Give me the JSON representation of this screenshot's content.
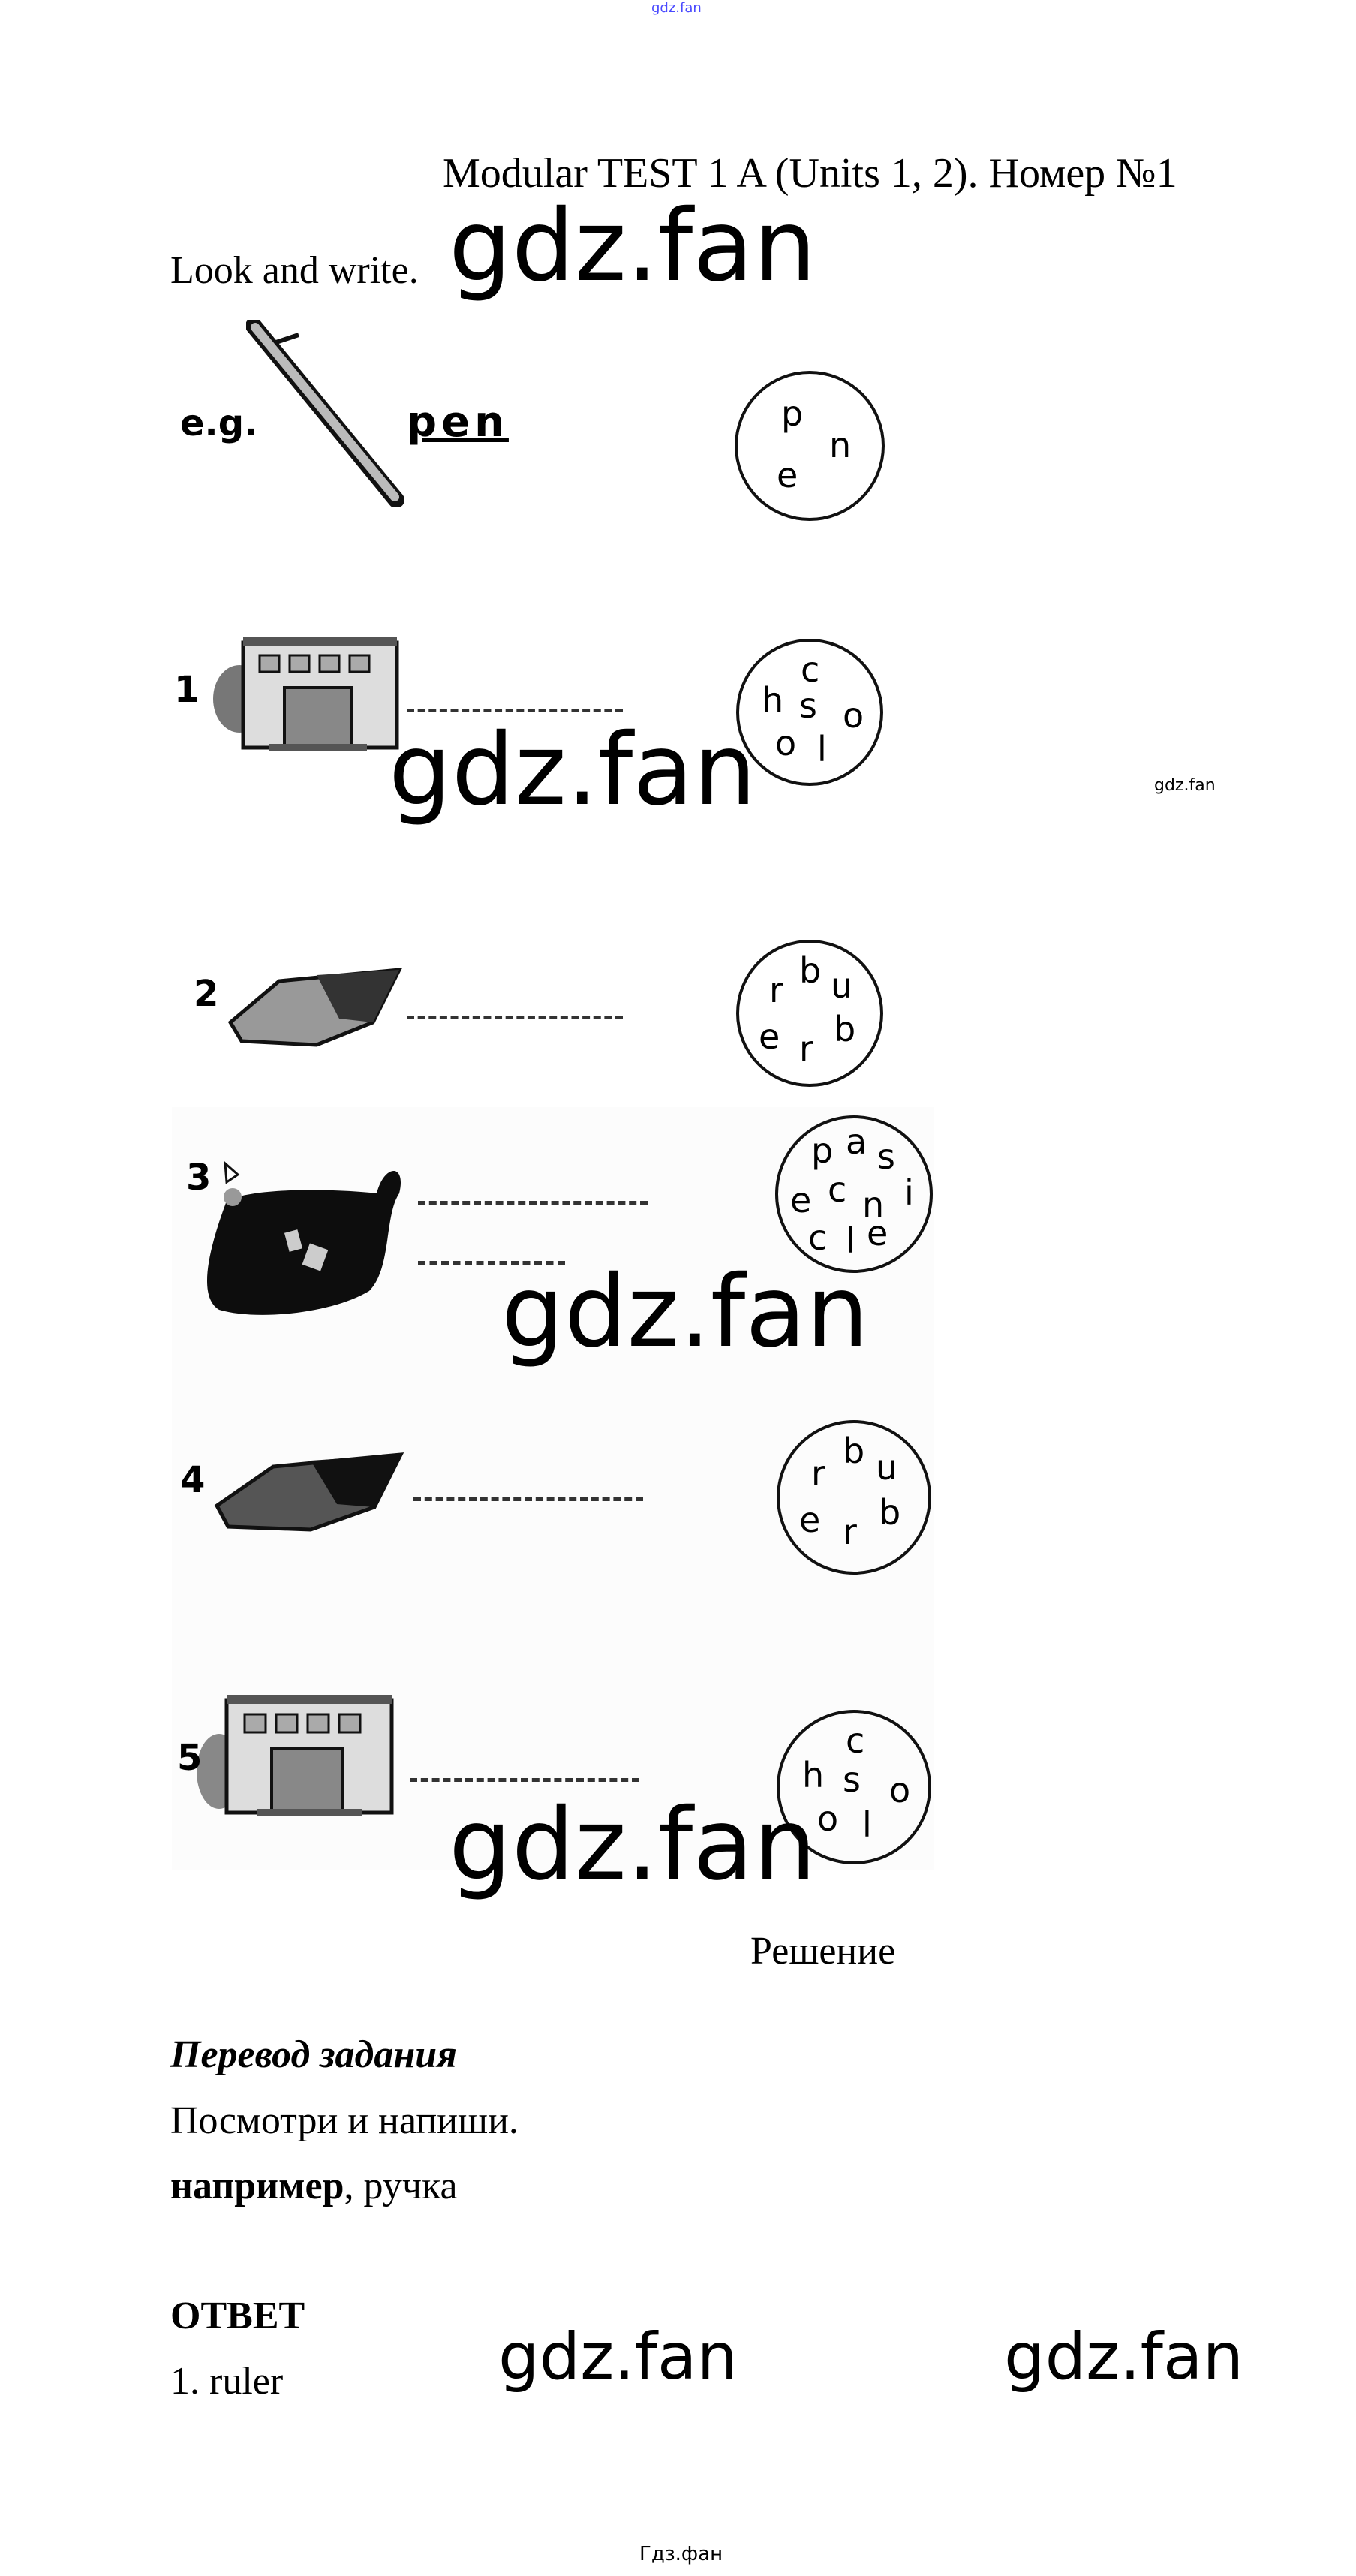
{
  "watermarks": {
    "top": "gdz.fan",
    "large": "gdz.fan",
    "small": "gdz.fan",
    "footer": "Гдз.фан"
  },
  "header": {
    "title": "Modular TEST 1 A (Units 1, 2). Номер №1",
    "instruction": "Look and write."
  },
  "exercise": {
    "example": {
      "label": "e.g.",
      "answer": "pen",
      "letters": [
        "p",
        "n",
        "e"
      ]
    },
    "items": [
      {
        "number": "1",
        "picture": "school",
        "letters": [
          "c",
          "h",
          "s",
          "o",
          "o",
          "l"
        ]
      },
      {
        "number": "2",
        "picture": "rubber",
        "letters": [
          "b",
          "r",
          "u",
          "e",
          "r",
          "b"
        ]
      },
      {
        "number": "3",
        "picture": "pencil-case",
        "letters": [
          "p",
          "a",
          "s",
          "e",
          "c",
          "n",
          "i",
          "c",
          "l",
          "e"
        ]
      },
      {
        "number": "4",
        "picture": "rubber",
        "letters": [
          "b",
          "r",
          "u",
          "e",
          "r",
          "b"
        ]
      },
      {
        "number": "5",
        "picture": "school",
        "letters": [
          "c",
          "h",
          "s",
          "o",
          "o",
          "l"
        ]
      }
    ]
  },
  "solution": {
    "heading": "Решение",
    "translation_heading": "Перевод задания",
    "translation_text": "Посмотри и напиши.",
    "example_bold": "например",
    "example_rest": ", ручка",
    "answer_heading": "ОТВЕТ",
    "answer_1": "1. ruler"
  }
}
